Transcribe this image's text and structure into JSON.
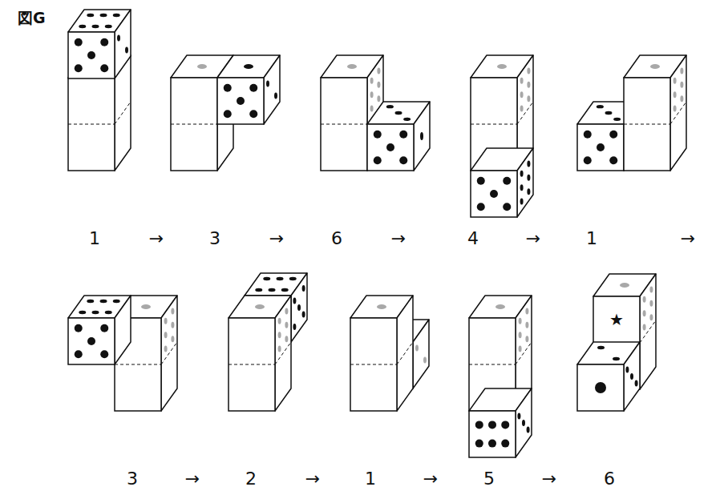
{
  "diagram": {
    "title": "図G",
    "labels": [
      "1",
      "→",
      "3",
      "→",
      "6",
      "→",
      "4",
      "→",
      "1",
      "→",
      "3",
      "→",
      "2",
      "→",
      "1",
      "→",
      "5",
      "→",
      "6",
      "★"
    ]
  }
}
